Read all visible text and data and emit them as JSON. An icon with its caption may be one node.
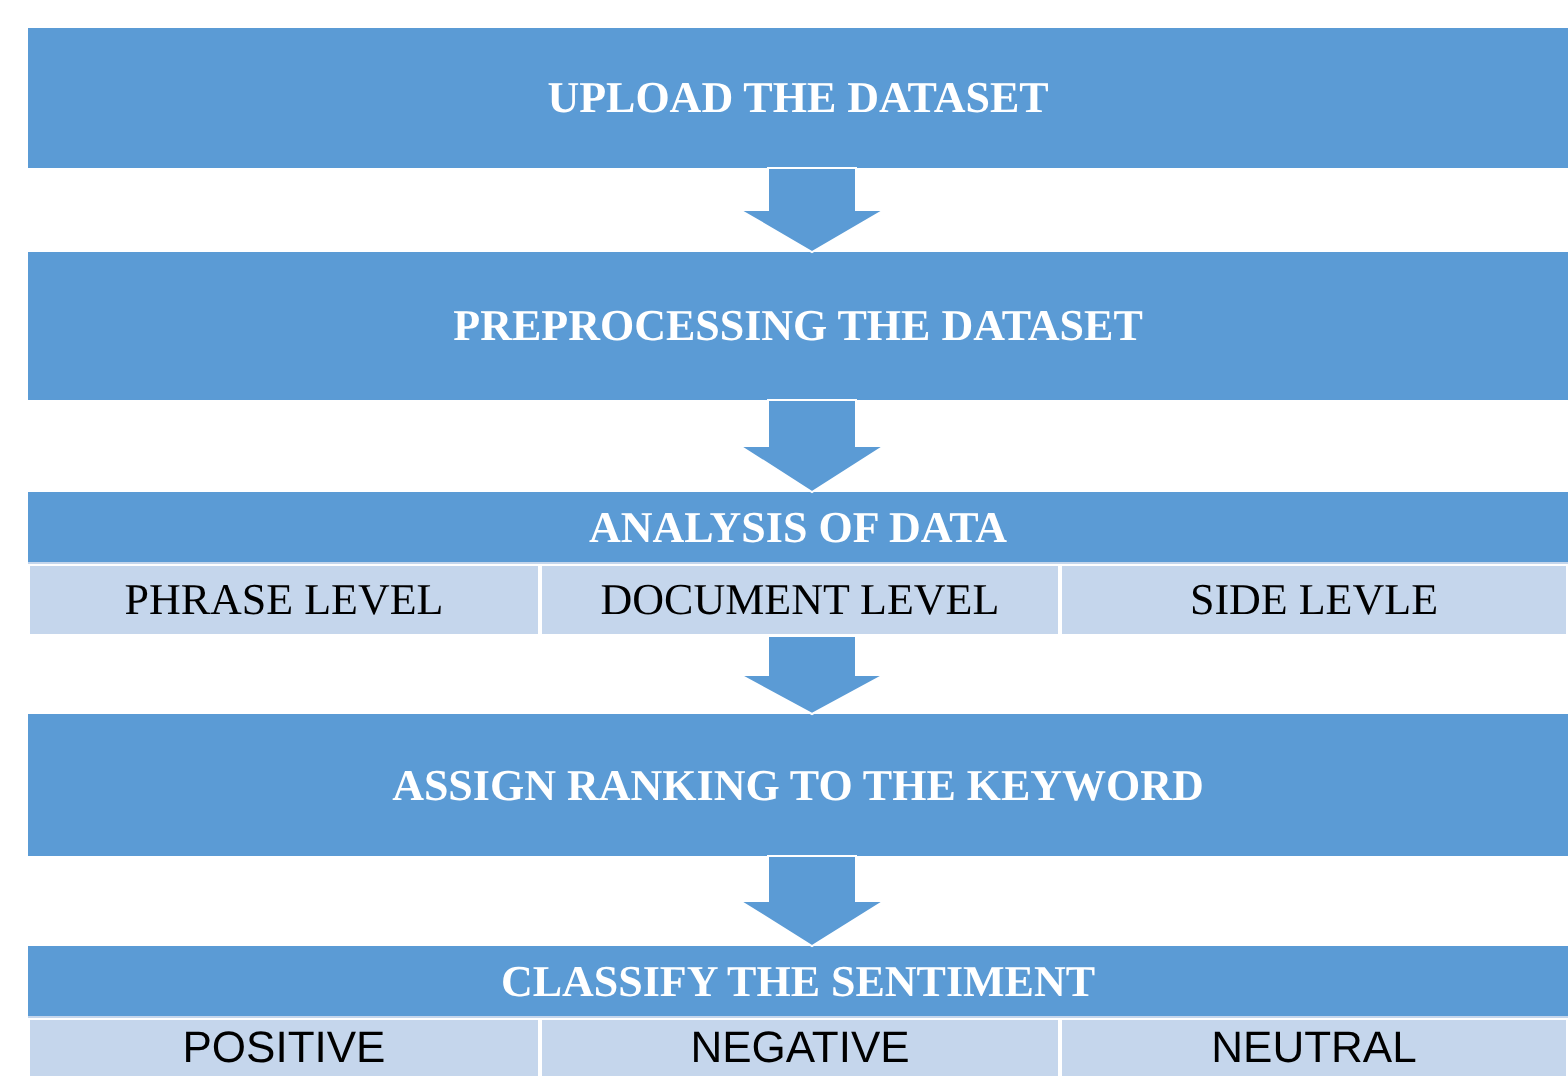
{
  "diagram": {
    "nodes": [
      {
        "text": [
          "UPLOAD THE DATASET"
        ]
      },
      {
        "text": [
          "PREPROCESSING THE DATASET"
        ]
      },
      {
        "text": [
          "ANALYSIS OF DATA"
        ]
      },
      {
        "text": [
          "PHRASE LEVEL"
        ],
        "in": 2
      },
      {
        "text": [
          "DOCUMENT LEVEL"
        ],
        "in": 2
      },
      {
        "text": [
          "SIDE LEVLE"
        ],
        "in": 2
      },
      {
        "text": [
          "ASSIGN RANKING TO THE KEYWORD"
        ]
      },
      {
        "text": [
          "CLASSIFY THE SENTIMENT"
        ]
      },
      {
        "text": [
          "POSITIVE"
        ],
        "in": 7
      },
      {
        "text": [
          "NEGATIVE"
        ],
        "in": 7
      },
      {
        "text": [
          "NEUTRAL"
        ],
        "in": 7
      }
    ],
    "edges": [
      {
        "from": 0,
        "to": 1,
        "arrow": "to"
      },
      {
        "from": 1,
        "to": 2,
        "arrow": "to"
      },
      {
        "from": 2,
        "to": 6,
        "arrow": "to"
      },
      {
        "from": 6,
        "to": 7,
        "arrow": "to"
      }
    ]
  }
}
